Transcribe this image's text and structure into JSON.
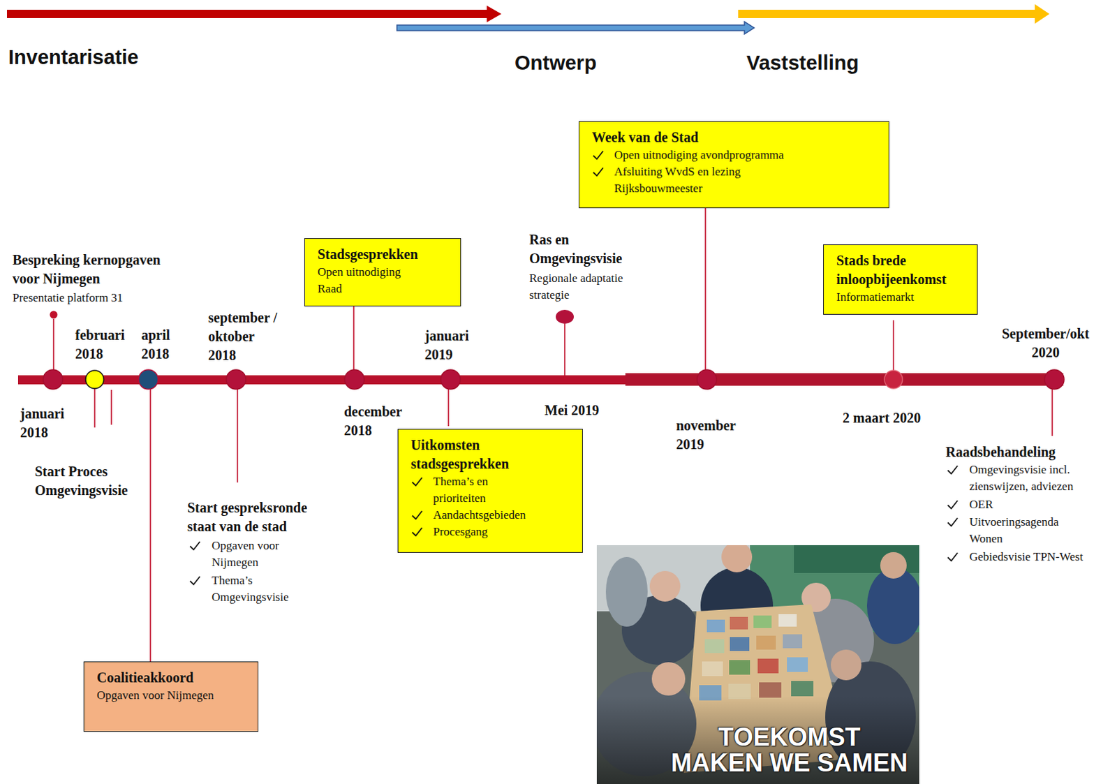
{
  "diagram": {
    "nodes": [
      {
        "text": [
          "Week van de Stad",
          "Open uitnodiging avondprogramma",
          "Afsluiting WvdS en lezing Rijksbouwmeester"
        ]
      },
      {
        "text": [
          "Stadsgesprekken",
          "Open uitnodiging Raad"
        ]
      },
      {
        "text": [
          "Stads brede inloopbijeenkomst",
          "Informatiemarkt"
        ]
      },
      {
        "text": [
          "Uitkomsten stadsgesprekken",
          "Thema’s en prioriteiten",
          "Aandachtsgebieden",
          "Procesgang"
        ]
      },
      {
        "text": [
          "Coalitieakkoord",
          "Opgaven voor Nijmegen"
        ]
      }
    ],
    "labels": [
      "Inventarisatie",
      "Ontwerp",
      "Vaststelling",
      "Bespreking kernopgaven voor Nijmegen",
      "Presentatie platform 31",
      "januari 2018",
      "februari 2018",
      "april 2018",
      "Start Proces Omgevingsvisie",
      "september / oktober 2018",
      "Start gespreksronde staat van de stad",
      "Opgaven voor Nijmegen",
      "Thema’s Omgevingsvisie",
      "december 2018",
      "januari 2019",
      "Ras en Omgevingsvisie",
      "Regionale adaptatie strategie",
      "Mei 2019",
      "november 2019",
      "2 maart 2020",
      "September/okt 2020",
      "Raadsbehandeling",
      "Omgevingsvisie incl. zienswijzen, adviezen",
      "OER",
      "Uitvoeringsagenda Wonen",
      "Gebiedsvisie TPN-West",
      "TOEKOMST MAKEN WE SAMEN"
    ]
  }
}
